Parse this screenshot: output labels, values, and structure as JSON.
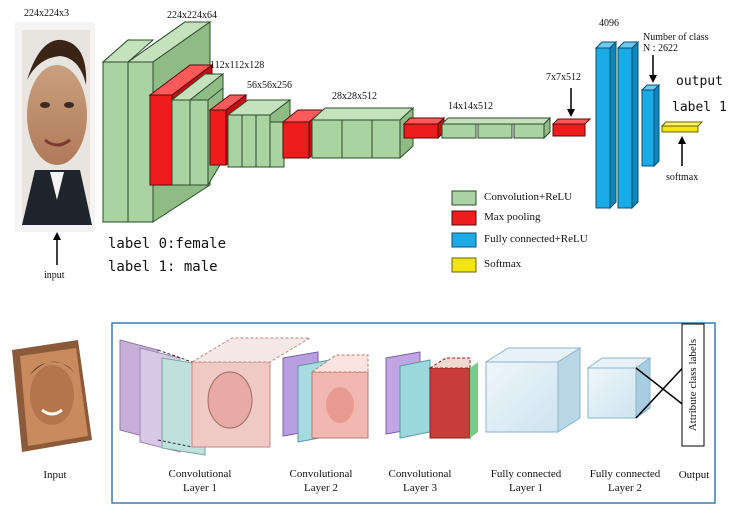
{
  "top": {
    "input_dim": "224x224x3",
    "input_label": "input",
    "stage_dims": [
      "224x224x64",
      "112x112x128",
      "56x56x256",
      "28x28x512",
      "14x14x512",
      "7x7x512"
    ],
    "fc_dim": "4096",
    "class_label_line1": "Number of class",
    "class_label_line2": "N : 2622",
    "output_title": "output",
    "output_value": "label 1",
    "softmax_label": "softmax",
    "class_labels": [
      "label 0:female",
      "label 1: male"
    ],
    "legend": [
      {
        "label": "Convolution+ReLU",
        "color": "#a9d3a0"
      },
      {
        "label": "Max pooling",
        "color": "#ee1c1c"
      },
      {
        "label": "Fully connected+ReLU",
        "color": "#1aaae6"
      },
      {
        "label": "Softmax",
        "color": "#f2e312"
      }
    ]
  },
  "bottom": {
    "input_caption": "Input",
    "layers": [
      {
        "line1": "Convolutional",
        "line2": "Layer 1"
      },
      {
        "line1": "Convolutional",
        "line2": "Layer 2"
      },
      {
        "line1": "Convolutional",
        "line2": "Layer 3"
      },
      {
        "line1": "Fully connected",
        "line2": "Layer 1"
      },
      {
        "line1": "Fully connected",
        "line2": "Layer 2"
      }
    ],
    "attribute_box": "Attribute class labels",
    "output_caption": "Output"
  },
  "colors": {
    "conv": "#a9d3a0",
    "pool": "#ee1c1c",
    "fc": "#1aaae6",
    "softmax": "#f2e312",
    "frame": "#3b7bb0"
  }
}
